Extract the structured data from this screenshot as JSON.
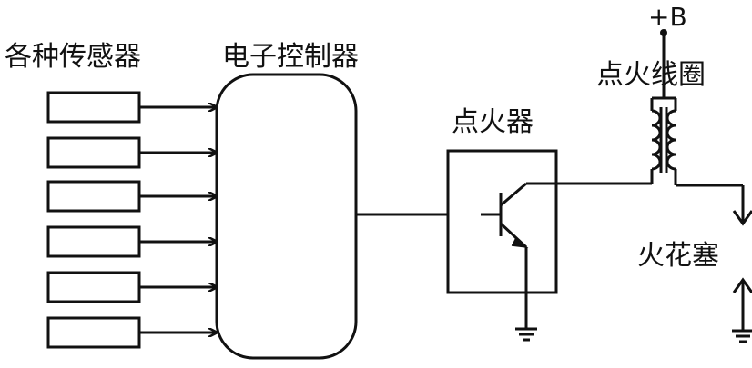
{
  "labels": {
    "sensors": "各种传感器",
    "controller": "电子控制器",
    "igniter": "点火器",
    "coil": "点火线圈",
    "supply": "+B",
    "spark_plug": "火花塞"
  },
  "sensor_count": 6
}
